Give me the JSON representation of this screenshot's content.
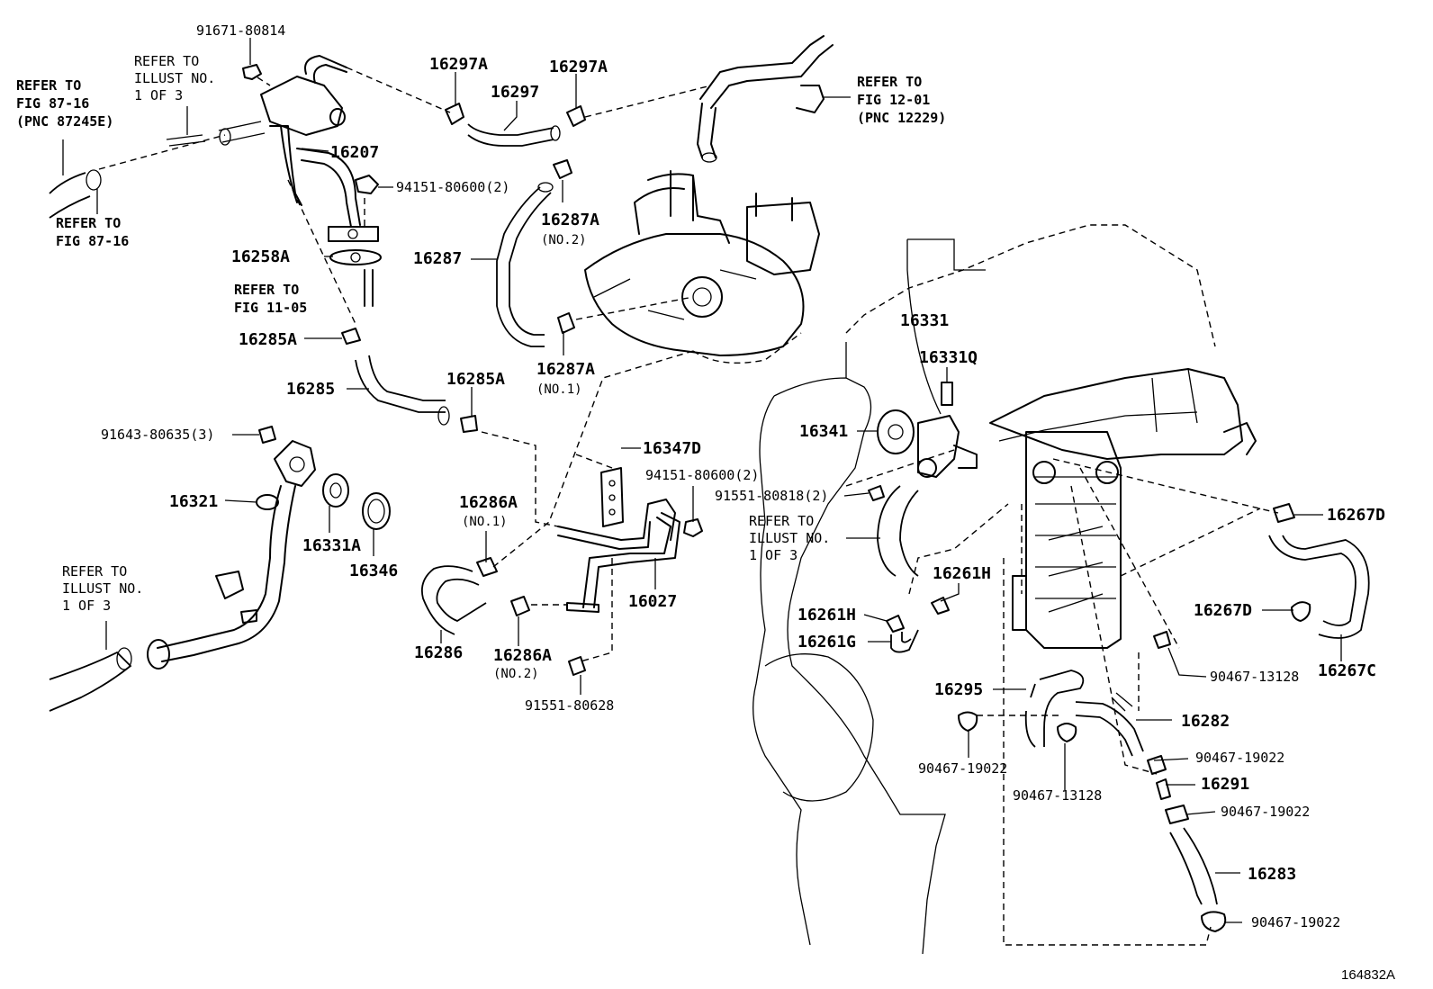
{
  "figure_id": "164832A",
  "refs": {
    "fig_87_16_pnc": [
      "REFER TO",
      "FIG 87-16",
      "(PNC 87245E)"
    ],
    "fig_87_16": [
      "REFER TO",
      "FIG 87-16"
    ],
    "illust_top": [
      "REFER TO",
      "ILLUST NO.",
      "1 OF 3"
    ],
    "fig_12_01": [
      "REFER TO",
      "FIG 12-01",
      "(PNC 12229)"
    ],
    "fig_11_05": [
      "REFER TO",
      "FIG 11-05"
    ],
    "illust_left": [
      "REFER TO",
      "ILLUST NO.",
      "1 OF 3"
    ],
    "illust_right": [
      "REFER TO",
      "ILLUST NO.",
      "1 OF 3"
    ]
  },
  "parts": {
    "p91671_80814": "91671-80814",
    "p16297A_left": "16297A",
    "p16297": "16297",
    "p16297A_right": "16297A",
    "p16207": "16207",
    "p94151_80600_top": "94151-80600(2)",
    "p16287A_no2": "16287A",
    "no2_top": "(NO.2)",
    "p16258A": "16258A",
    "p16287": "16287",
    "p16285A_left": "16285A",
    "p16287A_no1": "16287A",
    "no1_top": "(NO.1)",
    "p16285": "16285",
    "p16285A_right": "16285A",
    "p16331": "16331",
    "p16331Q": "16331Q",
    "p91643_80635": "91643-80635(3)",
    "p16347D": "16347D",
    "p16341": "16341",
    "p94151_80600_mid": "94151-80600(2)",
    "p16321": "16321",
    "p16286A_no1": "16286A",
    "no1_mid": "(NO.1)",
    "p91551_80818": "91551-80818(2)",
    "p16331A": "16331A",
    "p16346": "16346",
    "p16027": "16027",
    "p16267D_top": "16267D",
    "p16261H_top": "16261H",
    "p16261H_mid": "16261H",
    "p16267D_mid": "16267D",
    "p16261G": "16261G",
    "p16286": "16286",
    "p16286A_no2": "16286A",
    "no2_mid": "(NO.2)",
    "p16267C": "16267C",
    "p90467_13128_right": "90467-13128",
    "p91551_80628": "91551-80628",
    "p16295": "16295",
    "p16282": "16282",
    "p90467_19022_a": "90467-19022",
    "p90467_19022_left": "90467-19022",
    "p16291": "16291",
    "p90467_13128_mid": "90467-13128",
    "p90467_19022_b": "90467-19022",
    "p16283": "16283",
    "p90467_19022_c": "90467-19022"
  }
}
